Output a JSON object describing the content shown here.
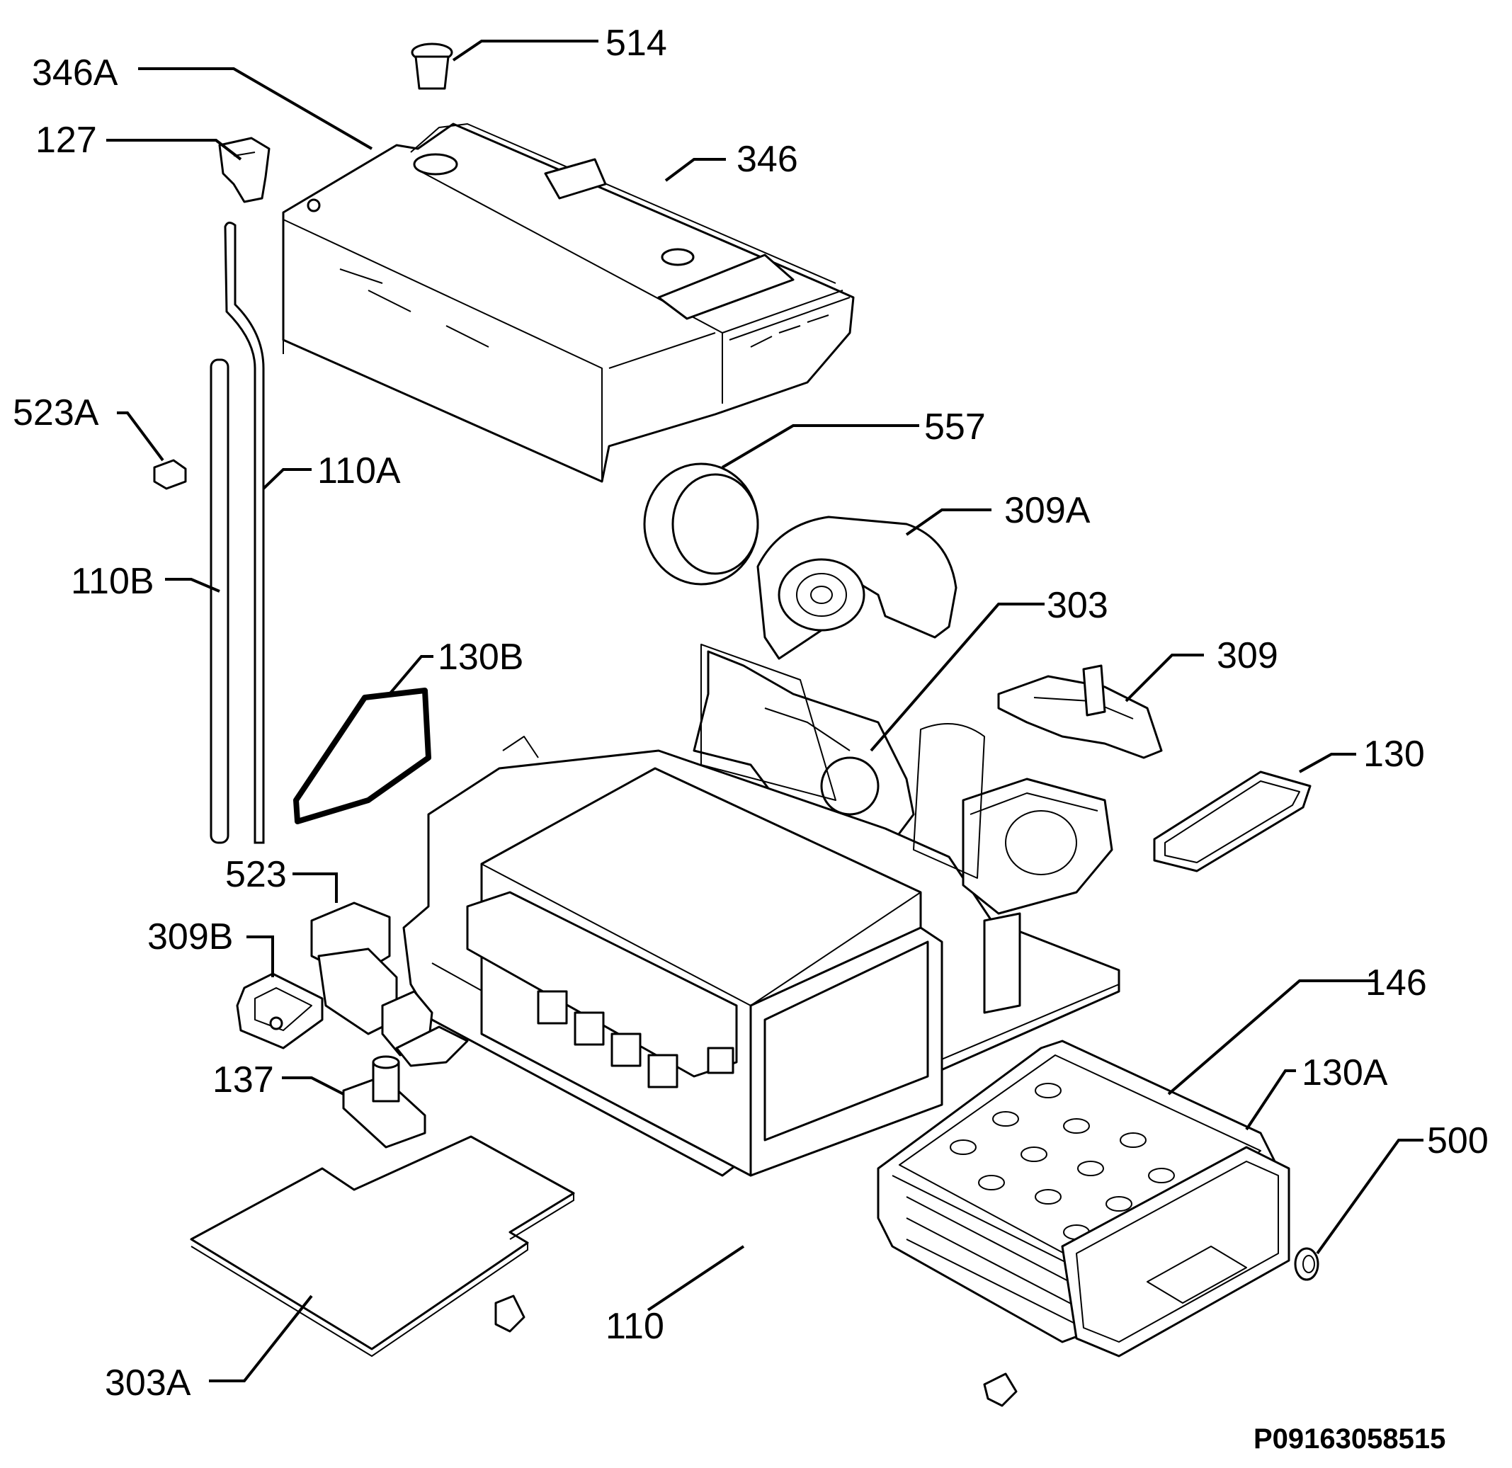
{
  "diagram": {
    "callouts": {
      "l346A": "346A",
      "l514": "514",
      "l127": "127",
      "l346": "346",
      "l523A": "523A",
      "l110A": "110A",
      "l557": "557",
      "l309A": "309A",
      "l110B": "110B",
      "l303": "303",
      "l130B": "130B",
      "l309": "309",
      "l130": "130",
      "l523": "523",
      "l309B": "309B",
      "l146": "146",
      "l137": "137",
      "l130A": "130A",
      "l500": "500",
      "l110": "110",
      "l303A": "303A"
    },
    "drawing_code": "P09163058515"
  }
}
